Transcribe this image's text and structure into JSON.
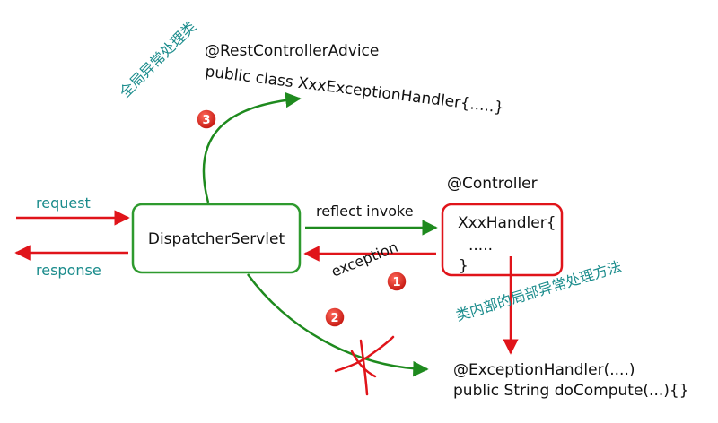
{
  "colors": {
    "green": "#1e8a1e",
    "red": "#e0141a",
    "teal": "#1b8c8c",
    "box_green": "#2e9a2e",
    "box_red": "#e0141a"
  },
  "labels": {
    "request": "request",
    "response": "response",
    "reflect_invoke": "reflect invoke",
    "exception": "exception"
  },
  "dispatcher": {
    "label": "DispatcherServlet"
  },
  "controller": {
    "annotation": "@Controller",
    "lines": [
      "XxxHandler{",
      ".....",
      "}"
    ]
  },
  "advice": {
    "annotation": "@RestControllerAdvice",
    "declaration": "public class XxxExceptionHandler{.....}"
  },
  "handler_method": {
    "annotation": "@ExceptionHandler(....)",
    "signature": "public String doCompute(...){}"
  },
  "notes": {
    "global": "全局异常处理类",
    "local": "类内部的局部异常处理方法"
  },
  "badges": [
    "1",
    "2",
    "3"
  ]
}
